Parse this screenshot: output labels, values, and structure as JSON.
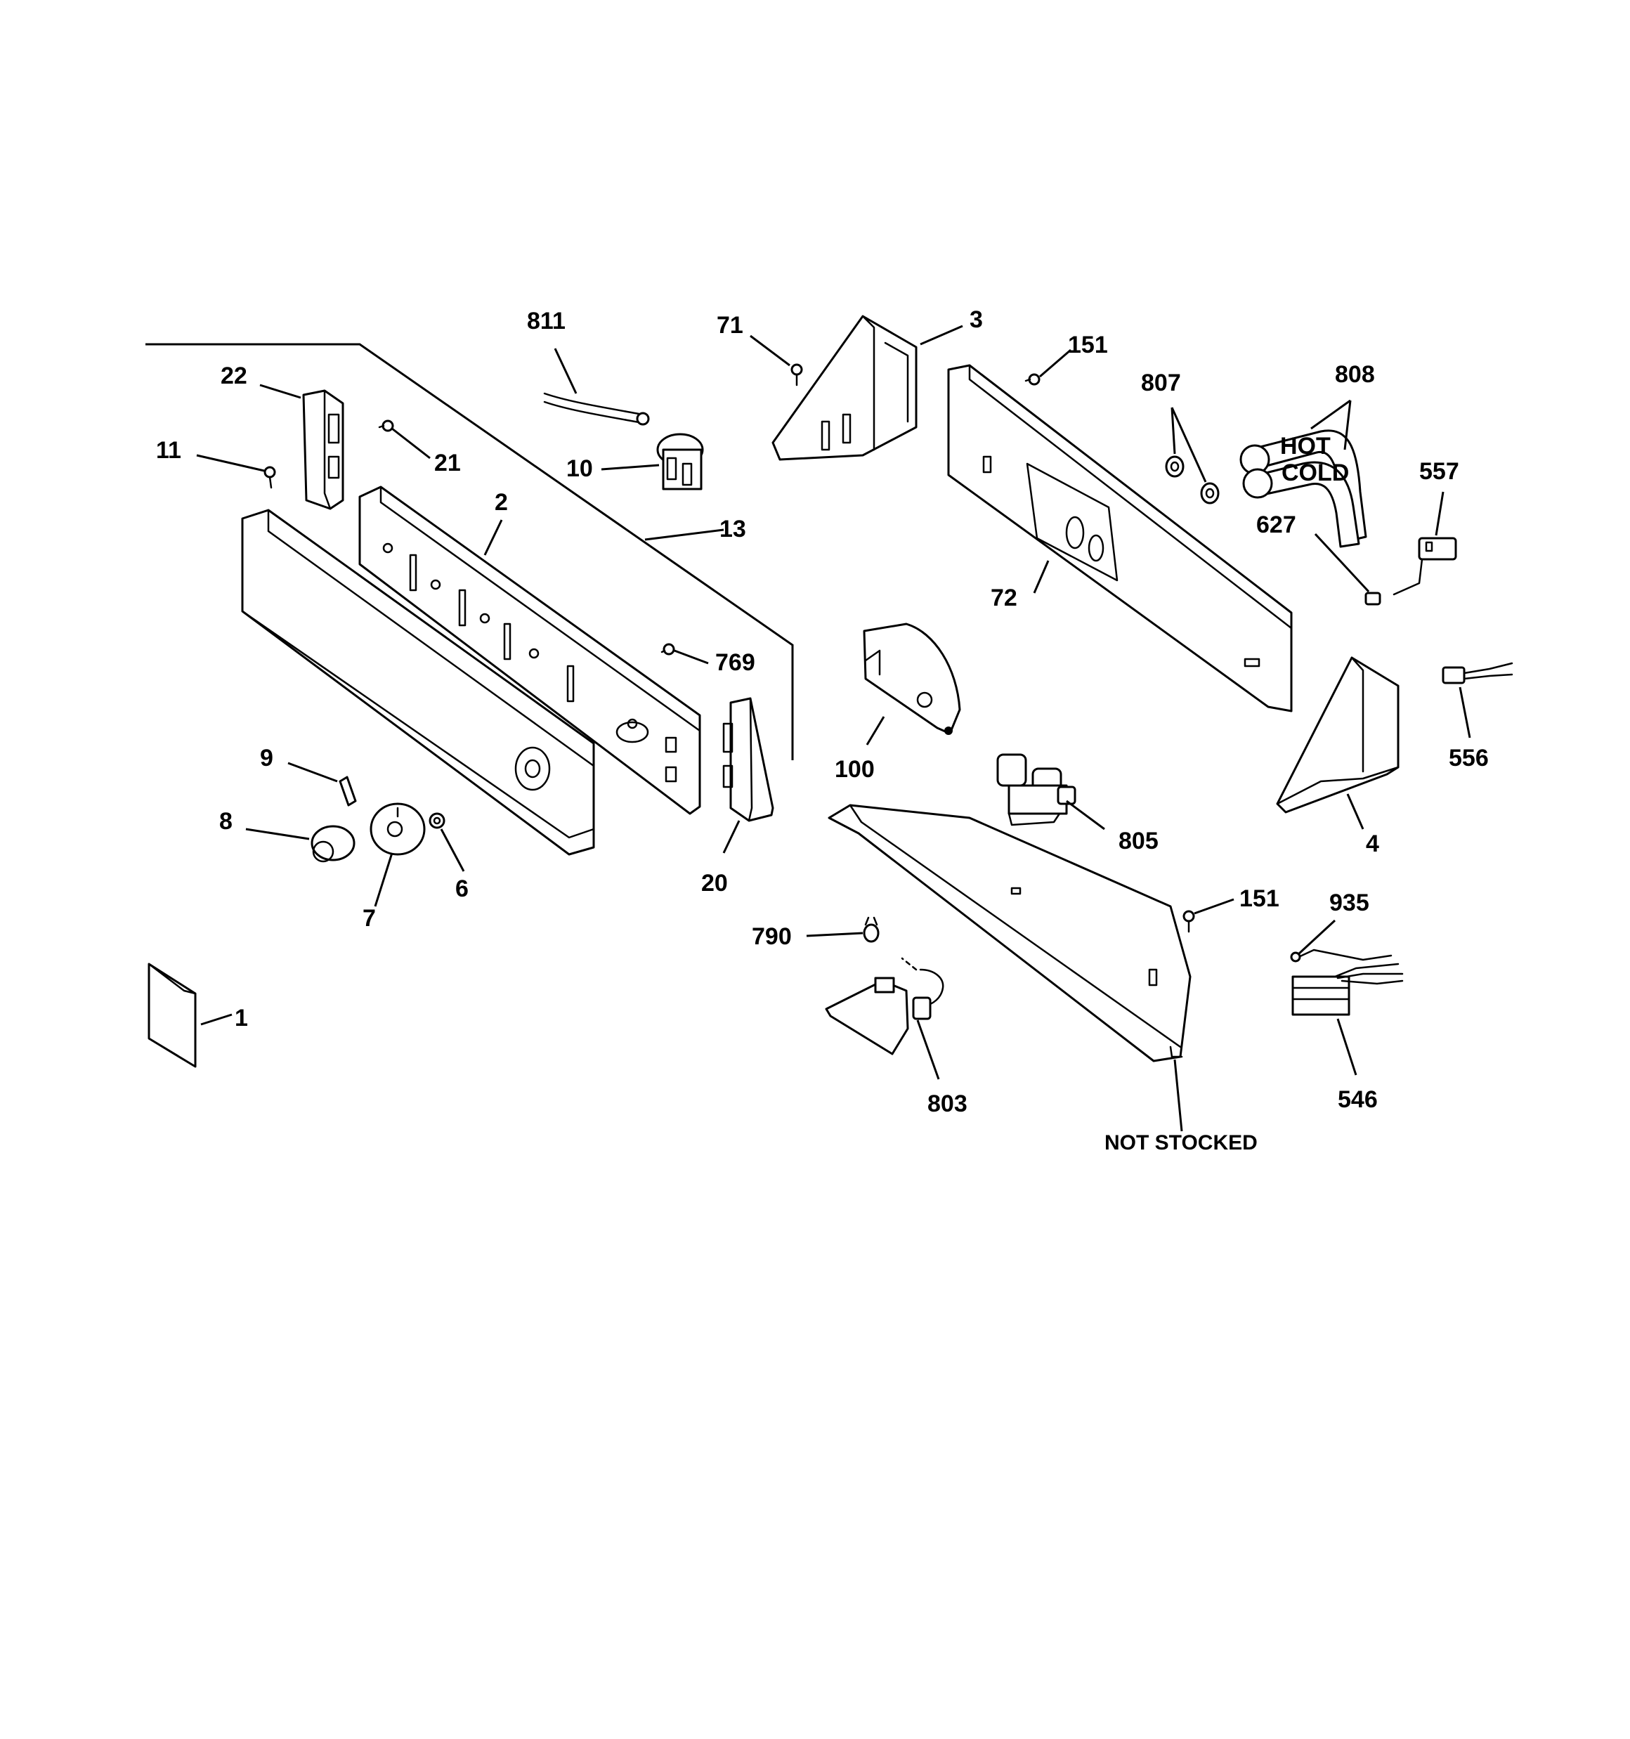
{
  "diagram": {
    "callouts": {
      "c811": "811",
      "c71": "71",
      "c3": "3",
      "c151a": "151",
      "c807": "807",
      "c808": "808",
      "c22": "22",
      "c21": "21",
      "c11": "11",
      "c10": "10",
      "c2": "2",
      "c13": "13",
      "c557": "557",
      "c627": "627",
      "c72": "72",
      "c769": "769",
      "c100": "100",
      "c556": "556",
      "c9": "9",
      "c8": "8",
      "c6": "6",
      "c7": "7",
      "c20": "20",
      "c805": "805",
      "c4": "4",
      "c151b": "151",
      "c935": "935",
      "c790": "790",
      "c1": "1",
      "c803": "803",
      "c546": "546"
    },
    "hose_labels": {
      "hot": "HOT",
      "cold": "COLD"
    },
    "not_stocked": "NOT STOCKED"
  }
}
